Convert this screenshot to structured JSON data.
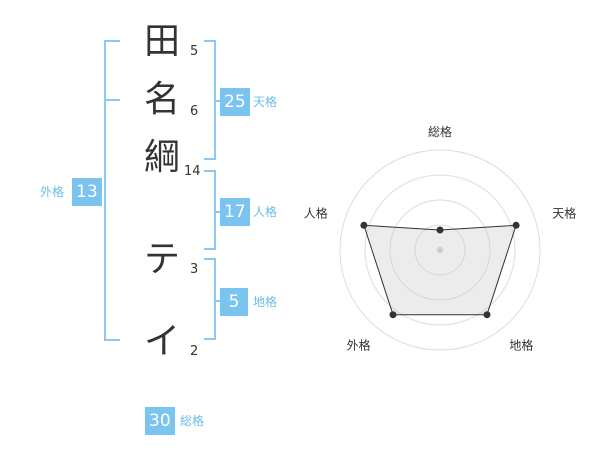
{
  "name": {
    "characters": [
      {
        "char": "田",
        "strokes": "5"
      },
      {
        "char": "名",
        "strokes": "6"
      },
      {
        "char": "綱",
        "strokes": "14"
      },
      {
        "char": "テ",
        "strokes": "3"
      },
      {
        "char": "イ",
        "strokes": "2"
      }
    ]
  },
  "fortunes": {
    "tenkaku": {
      "value": "25",
      "label": "天格"
    },
    "jinkaku": {
      "value": "17",
      "label": "人格"
    },
    "chikaku": {
      "value": "5",
      "label": "地格"
    },
    "gaikaku": {
      "value": "13",
      "label": "外格"
    },
    "soukaku": {
      "value": "30",
      "label": "総格"
    }
  },
  "colors": {
    "accent": "#7cc4f0",
    "bracket": "#8cc8f0",
    "text": "#333333"
  },
  "chart_data": {
    "type": "radar",
    "axes": [
      "総格",
      "天格",
      "地格",
      "外格",
      "人格"
    ],
    "values": [
      1,
      4,
      4,
      4,
      4
    ],
    "max": 5,
    "rings": 4
  }
}
